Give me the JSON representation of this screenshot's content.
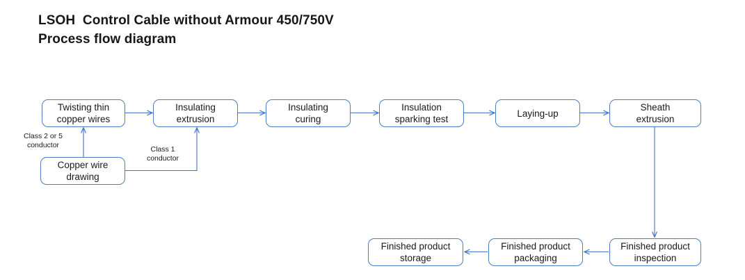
{
  "title": {
    "line1": "LSOH  Control Cable without Armour 450/750V",
    "line2": "Process flow diagram"
  },
  "colors": {
    "box_border": "#4d7dbe",
    "arrow": "#4472c4",
    "text": "#1a1a1a",
    "background": "#ffffff"
  },
  "nodes": {
    "twisting_thin_copper_wires": "Twisting thin\ncopper wires",
    "insulating_extrusion": "Insulating\nextrusion",
    "insulating_curing": "Insulating\ncuring",
    "insulation_sparking_test": "Insulation\nsparking test",
    "laying_up": "Laying-up",
    "sheath_extrusion": "Sheath\nextrusion",
    "copper_wire_drawing": "Copper wire\ndrawing",
    "finished_product_inspection": "Finished product\ninspection",
    "finished_product_packaging": "Finished product\npackaging",
    "finished_product_storage": "Finished product\nstorage"
  },
  "annotations": {
    "class_2_or_5_conductor": "Class 2 or 5\nconductor",
    "class_1_conductor": "Class 1\nconductor"
  },
  "flow": {
    "top_row": [
      "Twisting thin copper wires",
      "Insulating extrusion",
      "Insulating curing",
      "Insulation sparking test",
      "Laying-up",
      "Sheath extrusion"
    ],
    "bottom_row": [
      "Finished product inspection",
      "Finished product packaging",
      "Finished product storage"
    ],
    "feeder": "Copper wire drawing"
  }
}
